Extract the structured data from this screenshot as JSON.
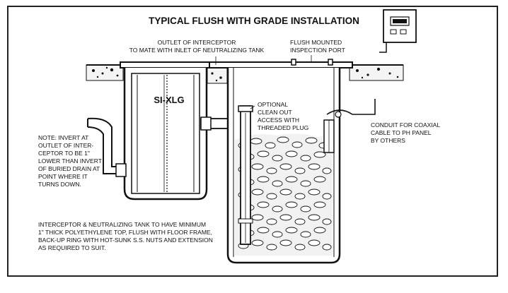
{
  "title": "TYPICAL FLUSH WITH GRADE INSTALLATION",
  "labels": {
    "outlet_line1": "OUTLET OF INTERCEPTOR",
    "outlet_line2": "TO MATE WITH INLET OF NEUTRALIZING TANK",
    "inspection_line1": "FLUSH MOUNTED",
    "inspection_line2": "INSPECTION PORT",
    "interceptor_tag": "SI-XLG",
    "cleanout_lines": [
      "OPTIONAL",
      "CLEAN OUT",
      "ACCESS WITH",
      "THREADED PLUG"
    ],
    "note_lines": [
      "NOTE: INVERT AT",
      "OUTLET OF INTER-",
      "CEPTOR TO BE 1\"",
      "LOWER THAN INVERT",
      "OF BURIED DRAIN AT",
      "POINT WHERE IT",
      "TURNS DOWN."
    ],
    "conduit_lines": [
      "CONDUIT FOR COAXIAL",
      "CABLE TO PH PANEL",
      "BY OTHERS"
    ],
    "bottom_lines": [
      "INTERCEPTOR & NEUTRALIZING TANK TO HAVE MINIMUM",
      "1\" THICK POLYETHYLENE TOP, FLUSH WITH FLOOR FRAME,",
      "BACK-UP RING WITH HOT-SUNK S.S. NUTS AND EXTENSION",
      "AS REQUIRED TO SUIT."
    ]
  },
  "colors": {
    "ink": "#111111",
    "paper": "#ffffff",
    "fill_gray": "#e6e6e6"
  }
}
